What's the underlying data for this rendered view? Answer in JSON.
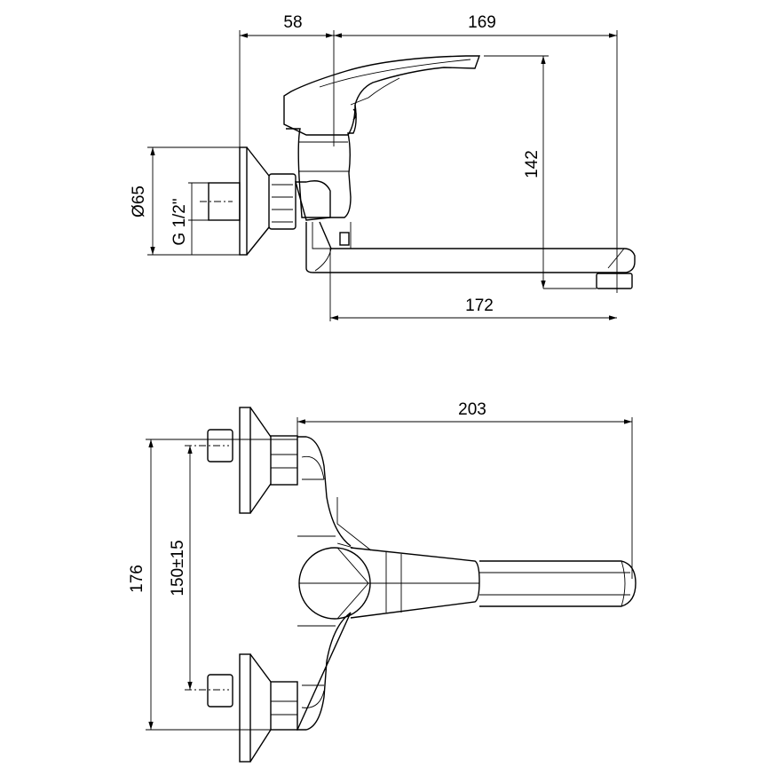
{
  "title": "Wall-mounted single lever mixer technical drawing",
  "side_view": {
    "dim_wall_to_axis": "58",
    "dim_axis_to_spout": "169",
    "dim_height": "142",
    "dim_spout_length": "172",
    "dim_escutcheon": "Ø65",
    "dim_thread": "G 1/2\""
  },
  "top_view": {
    "dim_projection": "203",
    "dim_overall_width": "176",
    "dim_centers": "150±15"
  }
}
